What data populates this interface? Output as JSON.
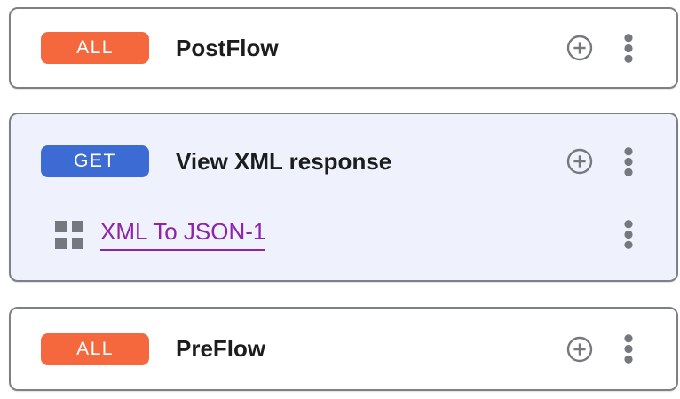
{
  "flows_panel": {
    "cards": [
      {
        "method_badge": "ALL",
        "title": "PostFlow",
        "badge_color": "#F5673D",
        "background": "#FFFFFF"
      },
      {
        "method_badge": "GET",
        "title": "View XML response",
        "badge_color": "#3B6BD3",
        "background": "#EFF2FC",
        "selected": true,
        "policies": [
          {
            "label": "XML To JSON-1",
            "link_color": "#8E24AA"
          }
        ]
      },
      {
        "method_badge": "ALL",
        "title": "PreFlow",
        "badge_color": "#F5673D",
        "background": "#FFFFFF"
      }
    ]
  },
  "icons": {
    "add": "add-circle-icon",
    "menu": "more-vert-icon",
    "policy": "policy-grid-icon"
  },
  "colors": {
    "card_border": "#7D8084",
    "icon_gray": "#75787C",
    "title_text": "#1D1D1D",
    "badge_text": "#FFFFFF",
    "badge_orange": "#F5673D",
    "badge_blue": "#3B6BD3",
    "selected_card_bg": "#EFF2FC",
    "link_purple": "#8E24AA"
  }
}
